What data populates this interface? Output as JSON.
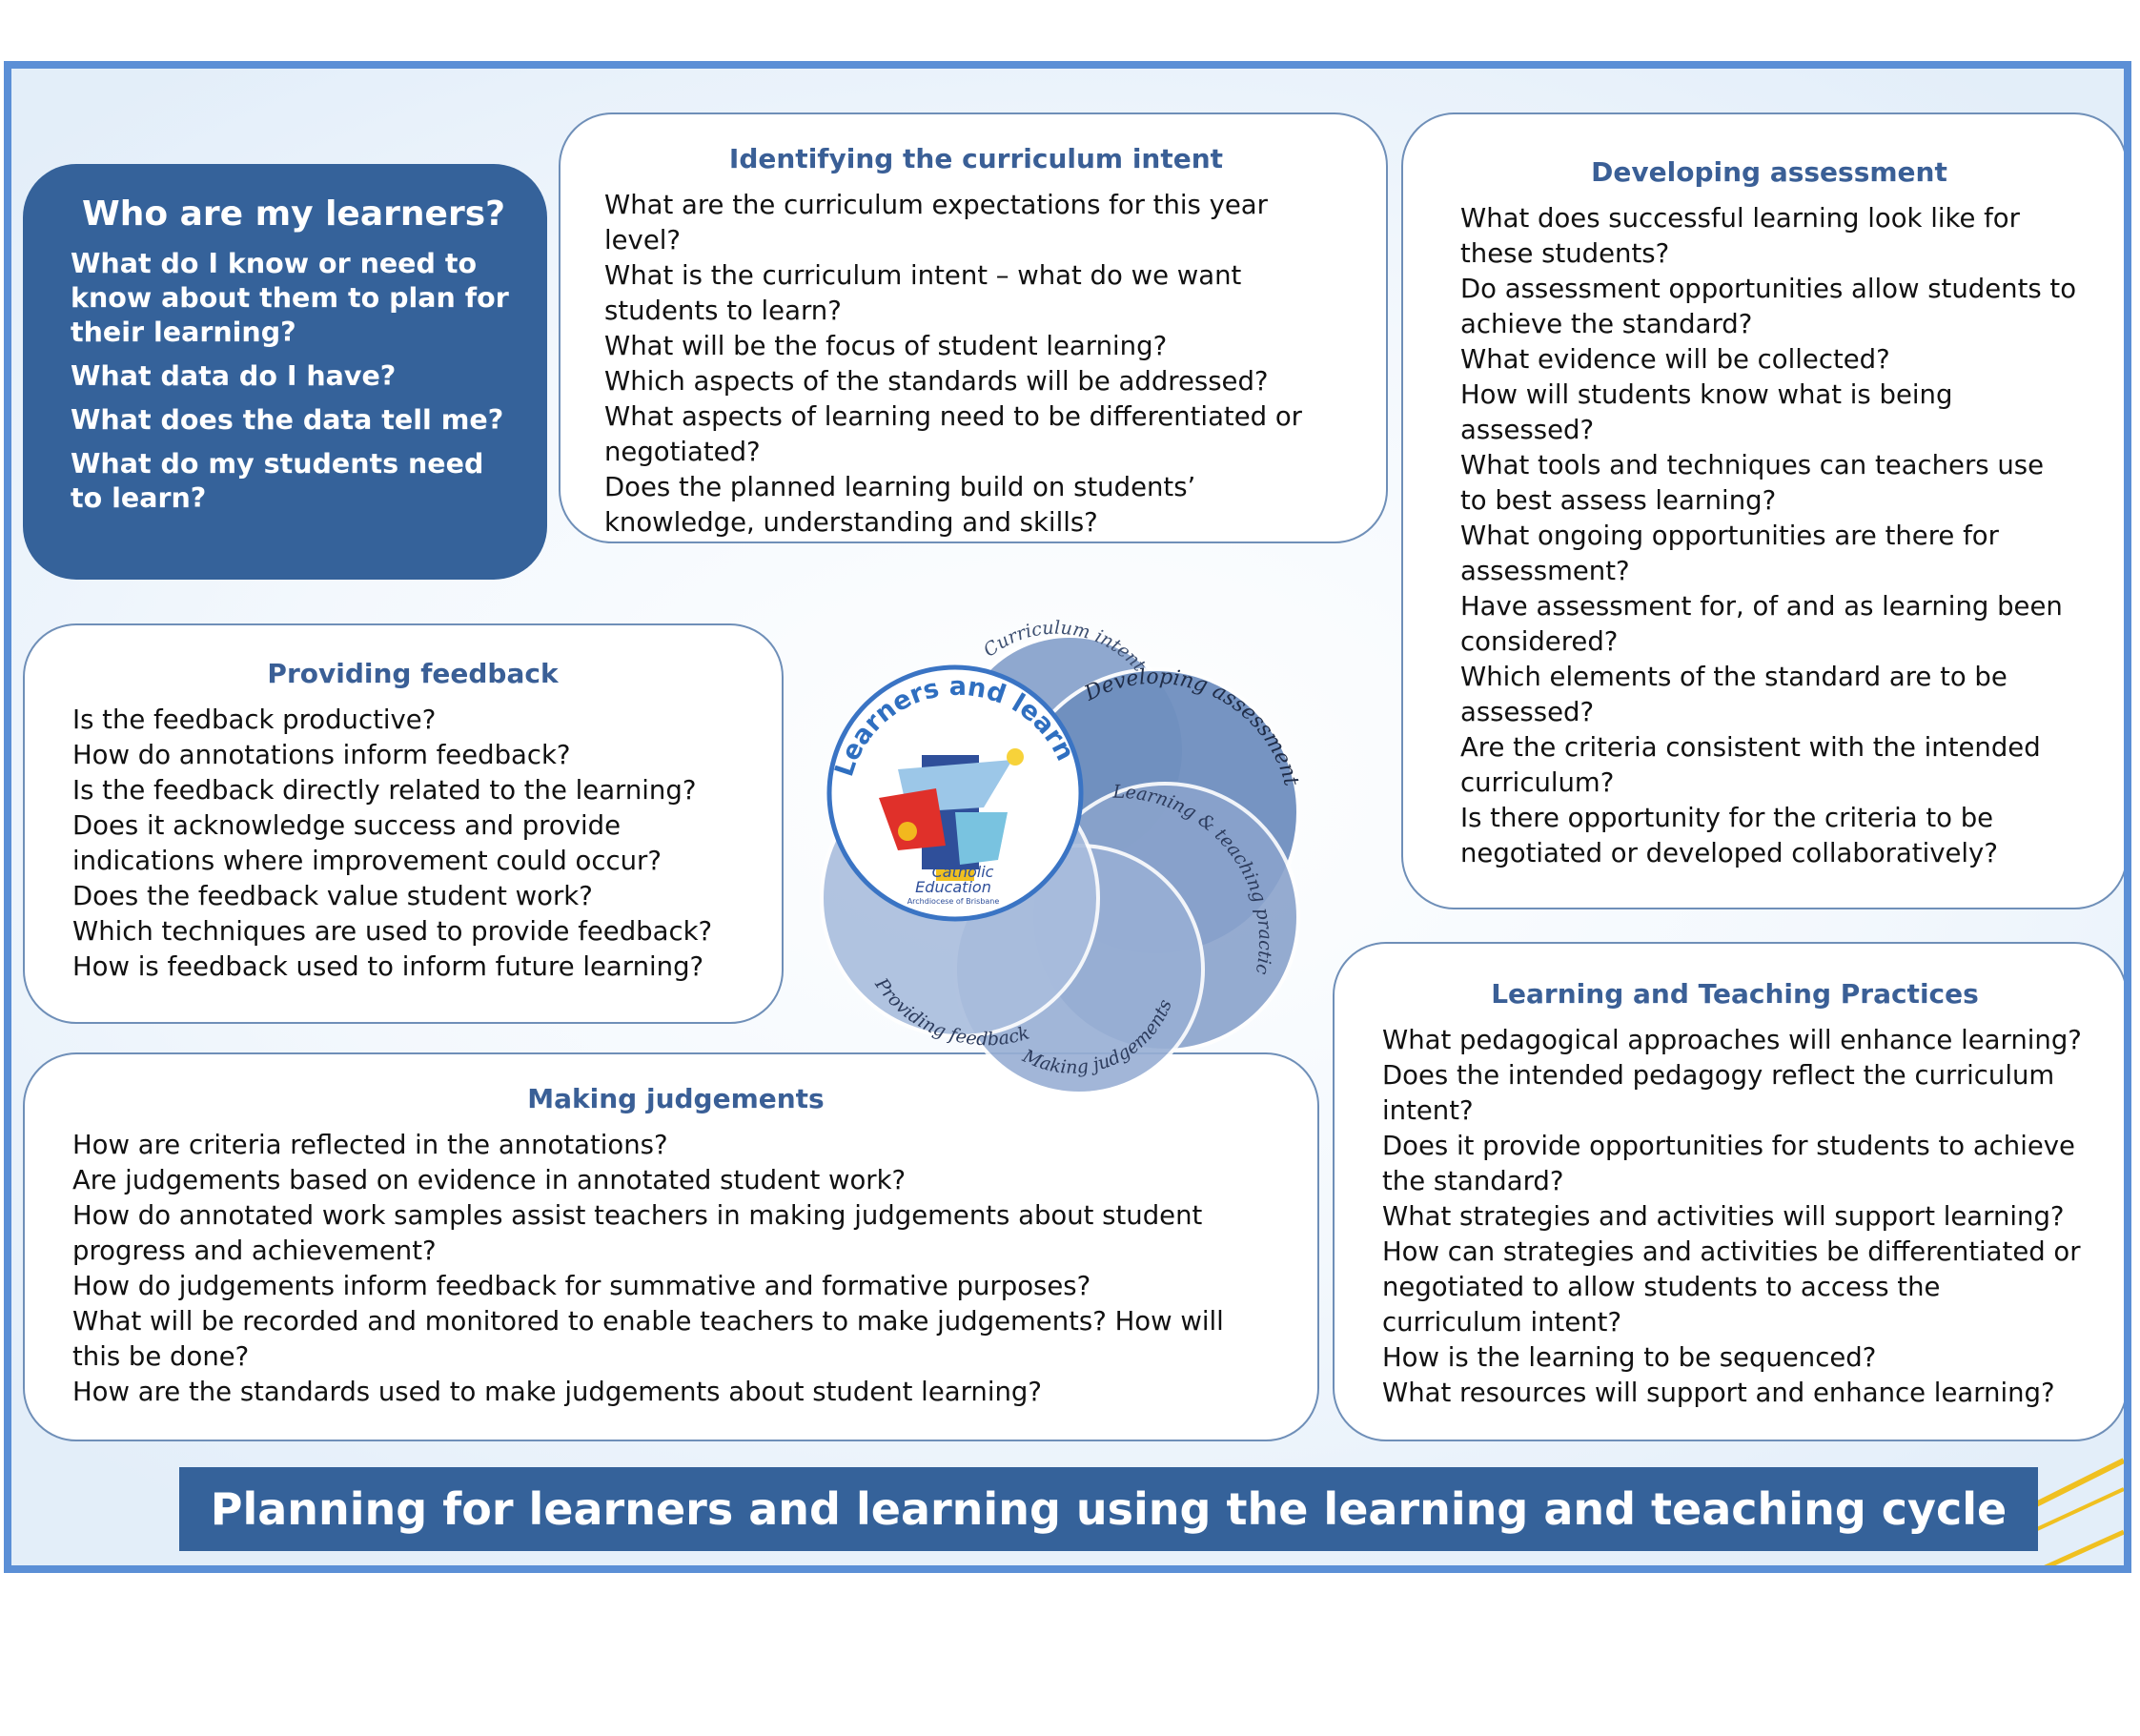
{
  "who": {
    "title": "Who are my learners?",
    "items": [
      "What do I know or need to know about them to plan for their learning?",
      "What data do I have?",
      "What does the data tell me?",
      "What do my students need to learn?"
    ]
  },
  "curriculum_intent": {
    "title": "Identifying the curriculum intent",
    "items": [
      "What are the curriculum expectations for this year level?",
      "What is the curriculum intent – what do we want students to learn?",
      "What will be the focus of student learning?",
      "Which aspects of the standards will be addressed?",
      "What aspects of learning need to be differentiated or negotiated?",
      "Does the planned learning build on students’ knowledge, understanding and skills?"
    ]
  },
  "assessment": {
    "title": "Developing assessment",
    "items": [
      "What does successful learning look like for these students?",
      "Do assessment opportunities allow students to achieve the standard?",
      "What evidence will be collected?",
      "How will students know what is being assessed?",
      "What tools and techniques can teachers use to best assess learning?",
      "What ongoing opportunities are there for assessment?",
      "Have assessment for, of and as learning been considered?",
      "Which elements of the standard are to be assessed?",
      "Are the criteria consistent with the intended curriculum?",
      "Is there opportunity for the criteria to be negotiated or developed collaboratively?"
    ]
  },
  "feedback": {
    "title": "Providing feedback",
    "items": [
      "Is the feedback productive?",
      "How do annotations inform feedback?",
      "Is the feedback directly related to the learning?",
      "Does it acknowledge success and provide indications where improvement could occur?",
      "Does the feedback value student work?",
      "Which techniques are used to provide feedback?",
      "How is feedback used to inform future learning?"
    ]
  },
  "judgements": {
    "title": "Making judgements",
    "items": [
      "How are criteria reflected in the annotations?",
      "Are judgements based on evidence in annotated student work?",
      "How do annotated work samples assist teachers in making judgements about student progress and achievement?",
      "How do judgements inform feedback for summative and formative purposes?",
      "What will be recorded and monitored to enable teachers to make judgements? How will this be done?",
      "How are the standards used to make judgements about student learning?"
    ]
  },
  "practices": {
    "title": "Learning and Teaching Practices",
    "items": [
      "What pedagogical approaches will enhance learning?",
      "Does the intended pedagogy reflect the curriculum intent?",
      "Does it provide opportunities for students to achieve the standard?",
      "What strategies and activities will support learning?",
      "How can strategies and activities be differentiated or negotiated to allow students to access the curriculum intent?",
      "How is the learning to be sequenced?",
      "What resources will support and enhance learning?"
    ]
  },
  "wheel": {
    "center": "Learners and learning",
    "org_line1": "Catholic",
    "org_line2": "Education",
    "org_line3": "Archdiocese of Brisbane",
    "petals": [
      "Curriculum intent",
      "Developing assessment",
      "Learning & teaching practices",
      "Making judgements",
      "Providing feedback"
    ]
  },
  "banner": "Planning for learners and learning using the learning and teaching cycle",
  "colors": {
    "accent": "#35629a",
    "border": "#5b8fd6",
    "heading": "#3a5f96",
    "stripe": "#f0c020"
  }
}
